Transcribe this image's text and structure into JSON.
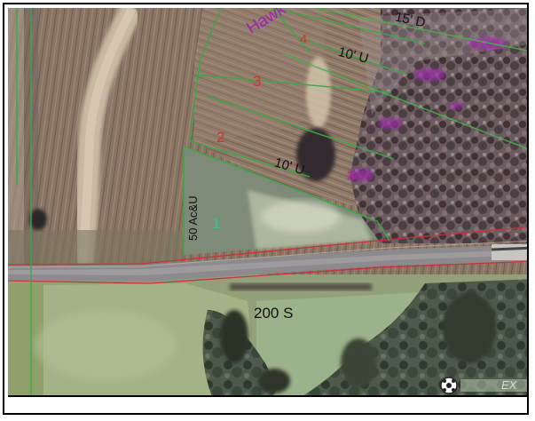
{
  "map": {
    "labels": {
      "road_label": "Hawk C",
      "lot_4": "4",
      "lot_3": "3",
      "lot_2": "2",
      "lot_1": "1",
      "lot_partial": "3",
      "easement_15d": "15' D",
      "easement_10u_north": "10' U",
      "easement_10u_south": "10' U",
      "acreage": "50 Ac&U",
      "street_200s": "200 S",
      "watermark": "EX"
    },
    "colors": {
      "parcel_line": "#3aa844",
      "road_line": "#c8323c",
      "lot_number": "#d8302a",
      "road_label": "#a321b8",
      "lot_1": "#2bc79a",
      "easement_text": "#111111"
    }
  }
}
